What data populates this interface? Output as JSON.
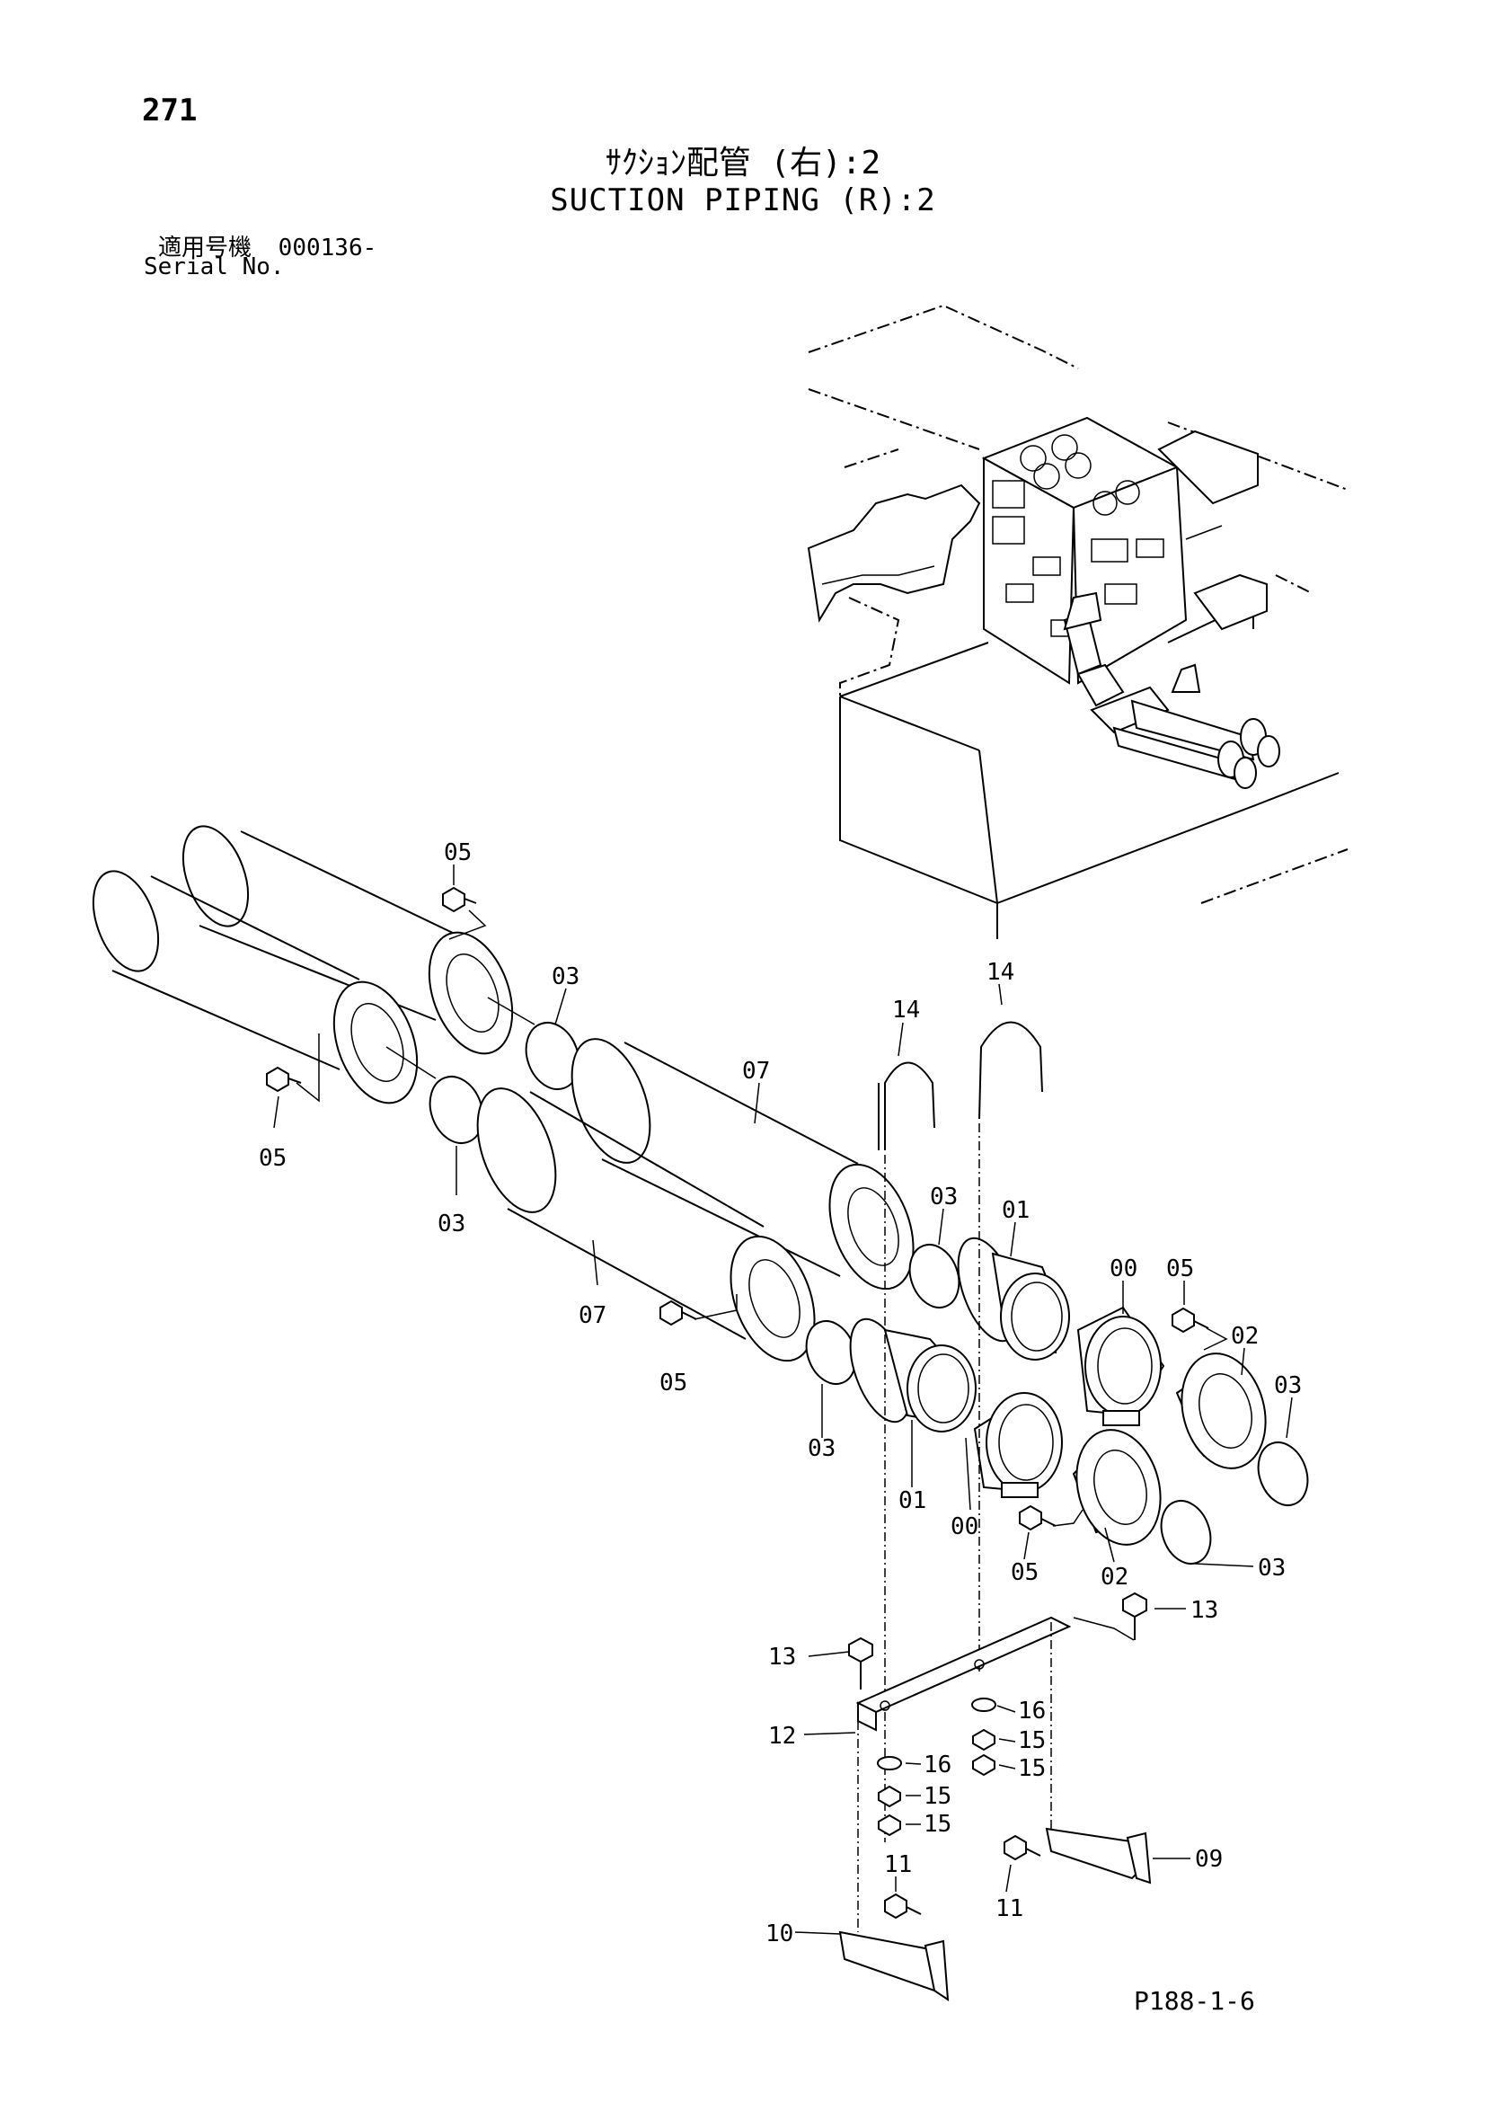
{
  "page_number": "271",
  "title_jp": "ｻｸｼｮﾝ配管 (右):2",
  "title_en": "SUCTION PIPING (R):2",
  "serial_label_jp": "適用号機",
  "serial_number": "000136-",
  "serial_label_en": "Serial No.",
  "drawing_code": "P188-1-6",
  "callouts": {
    "c05_top": "05",
    "c03_top": "03",
    "c05_left": "05",
    "c03_left": "03",
    "c07_upper": "07",
    "c07_lower": "07",
    "c14_left": "14",
    "c14_right": "14",
    "c03_mid": "03",
    "c01_upper": "01",
    "c00_upper": "00",
    "c05_right": "05",
    "c02_upper": "02",
    "c03_right": "03",
    "c05_mid": "05",
    "c03_lower": "03",
    "c01_lower": "01",
    "c00_lower": "00",
    "c05_bottom": "05",
    "c02_lower": "02",
    "c03_bottom": "03",
    "c13_right": "13",
    "c13_left": "13",
    "c16_right": "16",
    "c15_right_a": "15",
    "c15_right_b": "15",
    "c12": "12",
    "c16_left": "16",
    "c15_left_a": "15",
    "c15_left_b": "15",
    "c09": "09",
    "c11_left": "11",
    "c11_right": "11",
    "c10": "10"
  }
}
